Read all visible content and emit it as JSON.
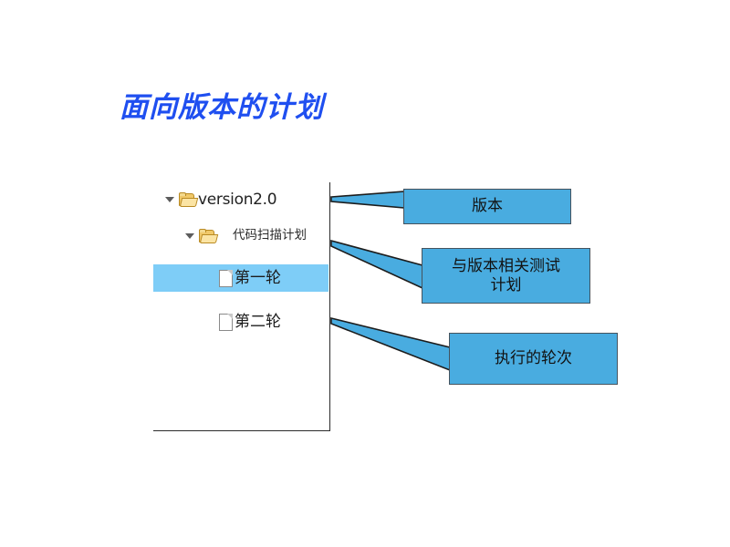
{
  "slide": {
    "title": "面向版本的计划",
    "title_color": "#1f4ff0",
    "background": "#ffffff"
  },
  "tree": {
    "panel_border_color": "#2b2b2b",
    "selection_color": "#7ecdf7",
    "folder_icon_color": "#f0c869",
    "rows": [
      {
        "label": "version2.0",
        "icon": "folder-open-icon",
        "twisty": "chevron-down-icon",
        "level": 0,
        "selected": false,
        "type": "folder"
      },
      {
        "label": "代码扫描计划",
        "icon": "folder-open-icon",
        "twisty": "chevron-down-icon",
        "level": 1,
        "selected": false,
        "type": "folder"
      },
      {
        "label": "第一轮",
        "icon": "document-icon",
        "twisty": "",
        "level": 2,
        "selected": true,
        "type": "file"
      },
      {
        "label": "第二轮",
        "icon": "document-icon",
        "twisty": "",
        "level": 2,
        "selected": false,
        "type": "file"
      }
    ]
  },
  "callouts": {
    "fill_color": "#49ace0",
    "border_color": "#45535e",
    "version": {
      "text": "版本"
    },
    "test_plan": {
      "line1": "与版本相关测试",
      "line2": "计划"
    },
    "rounds": {
      "text": "执行的轮次"
    }
  }
}
